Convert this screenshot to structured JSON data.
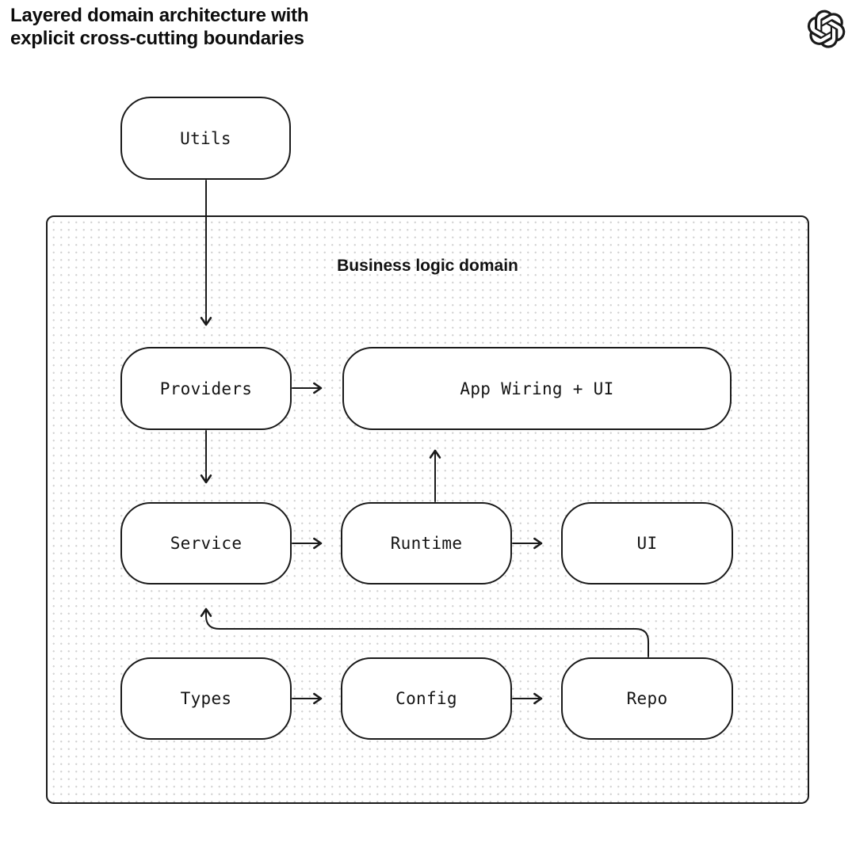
{
  "header": {
    "title_line1": "Layered domain architecture with",
    "title_line2": "explicit cross-cutting boundaries",
    "logo_icon": "openai-logo"
  },
  "diagram": {
    "container_label": "Business logic domain",
    "nodes": {
      "utils": {
        "label": "Utils"
      },
      "providers": {
        "label": "Providers"
      },
      "app_wiring": {
        "label": "App Wiring + UI"
      },
      "service": {
        "label": "Service"
      },
      "runtime": {
        "label": "Runtime"
      },
      "ui": {
        "label": "UI"
      },
      "types": {
        "label": "Types"
      },
      "config": {
        "label": "Config"
      },
      "repo": {
        "label": "Repo"
      }
    },
    "edges": [
      {
        "from": "Utils",
        "to": "Providers"
      },
      {
        "from": "Providers",
        "to": "App Wiring + UI"
      },
      {
        "from": "Providers",
        "to": "Service"
      },
      {
        "from": "Runtime",
        "to": "App Wiring + UI"
      },
      {
        "from": "Service",
        "to": "Runtime"
      },
      {
        "from": "Runtime",
        "to": "UI"
      },
      {
        "from": "Types",
        "to": "Config"
      },
      {
        "from": "Config",
        "to": "Repo"
      },
      {
        "from": "Repo",
        "to": "Service"
      }
    ],
    "colors": {
      "stroke": "#1a1a1a",
      "node_fill": "#ffffff",
      "dot_pattern": "#d2d2d2",
      "background": "#ffffff",
      "text": "#141414"
    }
  }
}
